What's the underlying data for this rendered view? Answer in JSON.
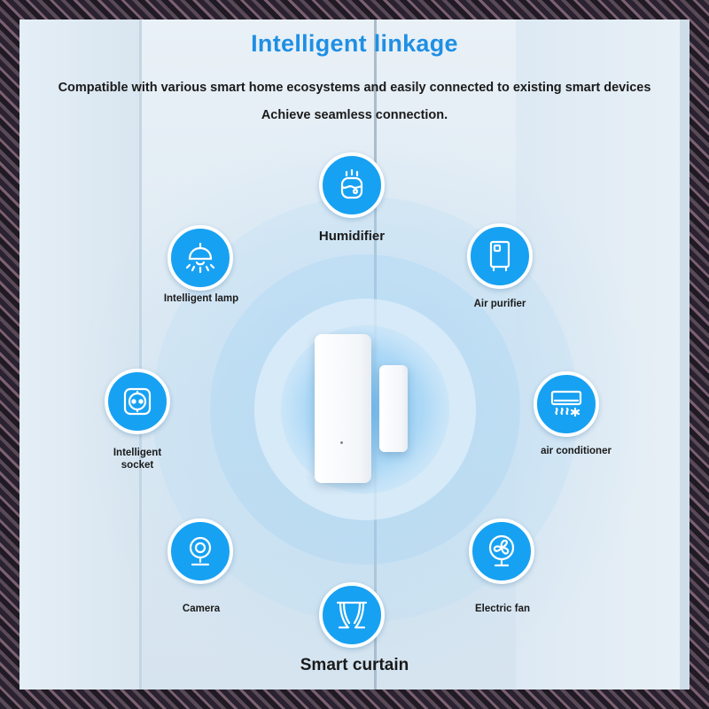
{
  "title": "Intelligent linkage",
  "subtitle_lines": [
    "Compatible with various smart home ecosystems and easily connected to existing smart devices",
    "Achieve seamless connection."
  ],
  "devices": [
    {
      "label": "Humidifier",
      "icon": "humidifier-icon"
    },
    {
      "label": "Intelligent lamp",
      "icon": "lamp-icon"
    },
    {
      "label": "Air purifier",
      "icon": "air-purifier-icon"
    },
    {
      "label": "Intelligent socket",
      "icon": "socket-icon"
    },
    {
      "label": "air conditioner",
      "icon": "air-conditioner-icon"
    },
    {
      "label": "Camera",
      "icon": "camera-icon"
    },
    {
      "label": "Electric fan",
      "icon": "electric-fan-icon"
    },
    {
      "label": "Smart curtain",
      "icon": "curtain-icon"
    }
  ],
  "colors": {
    "accent": "#1f8fe4",
    "node_fill": "#17a1f2",
    "ring": "#8fc9f0"
  }
}
